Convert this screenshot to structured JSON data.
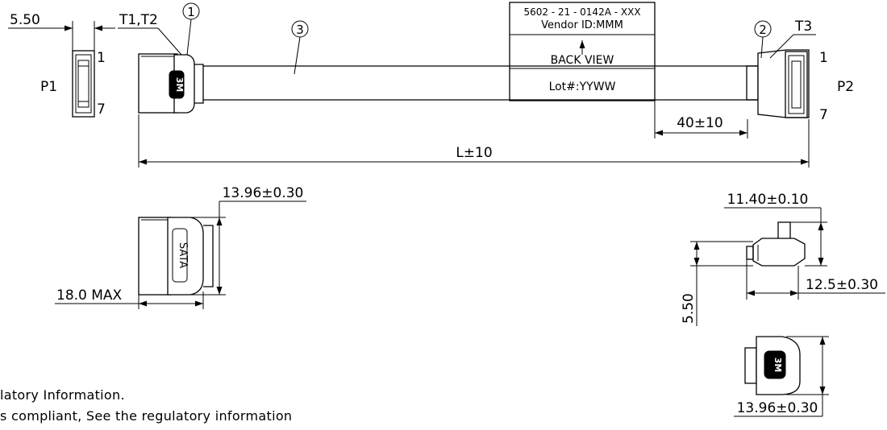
{
  "labels": {
    "p1": "P1",
    "p2": "P2",
    "t1t2": "T1,T2",
    "t3": "T3",
    "p1_pin_top": "1",
    "p1_pin_bottom": "7",
    "p2_pin_top": "1",
    "p2_pin_bottom": "7",
    "callout_1": "1",
    "callout_2": "2",
    "callout_3": "3",
    "sata_text": "SATA"
  },
  "dimensions": {
    "p1_width": "5.50",
    "length": "L±10",
    "label_offset": "40±10",
    "connector_height_left": "13.96±0.30",
    "connector_length_max": "18.0  MAX",
    "right_width": "11.40±0.10",
    "right_height": "12.5±0.30",
    "right_offset": "5.50",
    "connector_height_right": "13.96±0.30"
  },
  "label_box": {
    "part_number": "5602 - 21 - 0142A - XXX",
    "vendor": "Vendor ID:MMM",
    "back_view": "BACK VIEW",
    "lot": "Lot#:YYWW"
  },
  "notes": {
    "line1": "latory  Information.",
    "line2": "s  compliant,  See  the  regulatory  information"
  }
}
